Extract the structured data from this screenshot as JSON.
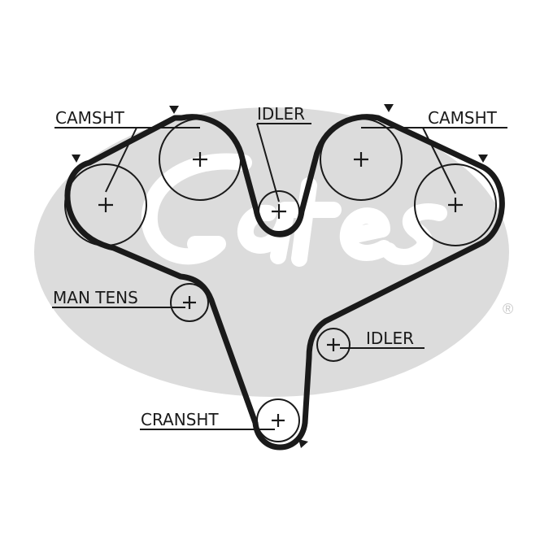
{
  "brand": {
    "logo_text": "Gates",
    "registered_mark": "®",
    "logo_color": "#dcdcdc"
  },
  "labels": {
    "camshaft_left": "CAMSHT",
    "camshaft_right": "CAMSHT",
    "idler_top": "IDLER",
    "idler_bottom": "IDLER",
    "manual_tensioner": "MAN TENS",
    "crankshaft": "CRANSHT"
  },
  "colors": {
    "belt": "#1a1a1a",
    "text": "#1a1a1a",
    "background": "#ffffff"
  },
  "icons": {
    "pulley_center": "plus-icon",
    "rotation_marker": "triangle-icon"
  }
}
